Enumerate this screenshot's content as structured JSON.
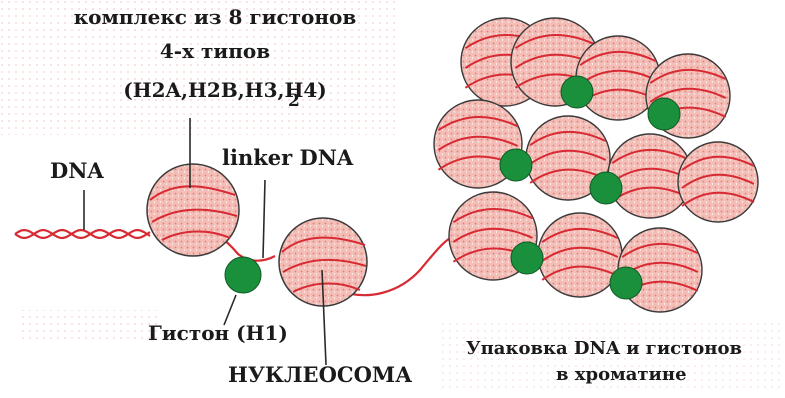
{
  "title": {
    "line1": "комплекс из 8 гистонов",
    "line2": "4-х типов",
    "line3": "(H2A,H2B,H3,H4)",
    "subscript": "2"
  },
  "labels": {
    "dna": "DNA",
    "linker_dna": "linker DNA",
    "histone_h1": "Гистон (H1)",
    "nucleosome": "НУКЛЕОСОМА",
    "packing_line1": "Упаковка DNA и гистонов",
    "packing_line2": "в хроматине"
  },
  "colors": {
    "histone_core_fill": "#f0b4ad",
    "histone_core_stroke": "#3a3a3a",
    "dna_strand": "#d82a33",
    "histone_h1": "#1a8f3c",
    "label_text": "#1a1a1a",
    "leader_line": "#2a2a2a",
    "pink_dots": "#e89b9b"
  }
}
